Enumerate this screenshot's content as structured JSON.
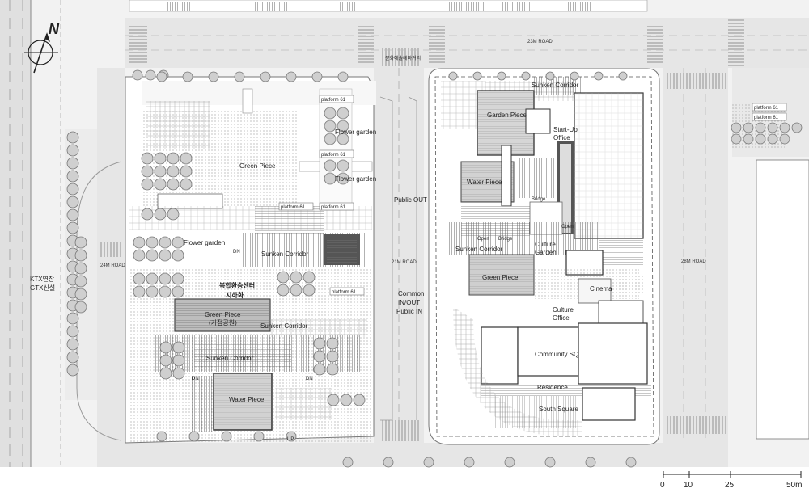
{
  "north_label": "N",
  "roads": {
    "top": "23M ROAD",
    "center": "21M ROAD",
    "left": "24M ROAD",
    "right": "28M ROAD"
  },
  "side_labels": {
    "culture_street": "문화예술테마거리",
    "ktx": "KTX연장",
    "gtx": "GTX신설"
  },
  "access": {
    "public_out": "Public OUT",
    "common_1": "Common",
    "common_2": "IN/OUT",
    "public_in": "Public IN"
  },
  "west_block": {
    "platform_a": "platform 61",
    "platform_b": "platform 61",
    "platform_c": "platform 61",
    "platform_d": "platform 61",
    "platform_e": "platform 61",
    "flower_garden_1": "Flower garden",
    "flower_garden_2": "Flower garden",
    "flower_garden_3": "Flower garden",
    "green_piece": "Green Piece",
    "sunken_corridor_1": "Sunken Corridor",
    "sunken_corridor_2": "Sunken Corridor",
    "sunken_corridor_3": "Sunken Corridor",
    "center_1": "복합환승센터",
    "center_2": "지하화",
    "green_piece_2": "Green Piece",
    "green_piece_2_sub": "(거점공원)",
    "water_piece": "Water Piece",
    "dn_1": "DN",
    "dn_2": "DN",
    "dn_3": "DN",
    "up_1": "UP"
  },
  "east_block": {
    "sunken_corridor_top": "Sunken Corridor",
    "garden_piece": "Garden Piece",
    "startup_1": "Start-Up",
    "startup_2": "Office",
    "water_piece": "Water Piece",
    "bridge_1": "Bridge",
    "bridge_2": "Bridge",
    "open_1": "Open",
    "open_2": "Open",
    "sunken_corridor_mid": "Sunken Corridor",
    "culture_garden_1": "Culture",
    "culture_garden_2": "Garden",
    "green_piece": "Green Piece",
    "cinema": "Cinema",
    "culture_office_1": "Culture",
    "culture_office_2": "Office",
    "community_sq": "Community SQ",
    "residence": "Residence",
    "south_square": "South Square",
    "platform_r1": "platform 61",
    "platform_r2": "platform 61"
  },
  "scale_bar": {
    "ticks": [
      "0",
      "10",
      "25",
      "50m"
    ]
  }
}
